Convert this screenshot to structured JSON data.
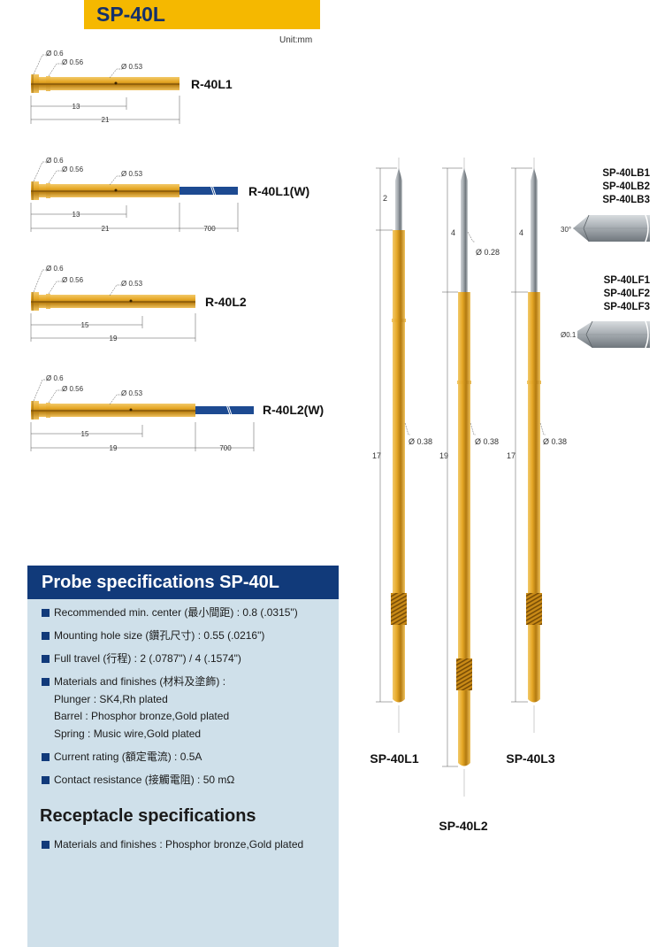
{
  "title": "SP-40L",
  "unit_label": "Unit:mm",
  "receptacles": [
    {
      "name": "R-40L1",
      "d_head": "Ø 0.6",
      "d_ring": "Ø 0.56",
      "d_body": "Ø 0.53",
      "dim_inner": "13",
      "dim_total": "21",
      "wire": ""
    },
    {
      "name": "R-40L1(W)",
      "d_head": "Ø 0.6",
      "d_ring": "Ø 0.56",
      "d_body": "Ø 0.53",
      "dim_inner": "13",
      "dim_total": "21",
      "wire": "700"
    },
    {
      "name": "R-40L2",
      "d_head": "Ø 0.6",
      "d_ring": "Ø 0.56",
      "d_body": "Ø 0.53",
      "dim_inner": "15",
      "dim_total": "19",
      "wire": ""
    },
    {
      "name": "R-40L2(W)",
      "d_head": "Ø 0.6",
      "d_ring": "Ø 0.56",
      "d_body": "Ø 0.53",
      "dim_inner": "15",
      "dim_total": "19",
      "wire": "700"
    }
  ],
  "probes": [
    {
      "name": "SP-40L1",
      "tip_len": "2",
      "total_len": "17",
      "diameter": "Ø 0.38",
      "tip_dia": ""
    },
    {
      "name": "SP-40L2",
      "tip_len": "4",
      "total_len": "19",
      "diameter": "Ø 0.38",
      "tip_dia": "Ø 0.28"
    },
    {
      "name": "SP-40L3",
      "tip_len": "4",
      "total_len": "17",
      "diameter": "Ø 0.38",
      "tip_dia": ""
    }
  ],
  "tip_types": {
    "lb": {
      "models": [
        "SP-40LB1",
        "SP-40LB2",
        "SP-40LB3"
      ],
      "angle": "30°"
    },
    "lf": {
      "models": [
        "SP-40LF1",
        "SP-40LF2",
        "SP-40LF3"
      ],
      "flat": "Ø0.1"
    }
  },
  "probe_spec": {
    "title": "Probe specifications SP-40L",
    "items": [
      "Recommended min. center (最小間距) : 0.8 (.0315\")",
      "Mounting hole size (鑽孔尺寸) : 0.55 (.0216\")",
      "Full travel (行程) : 2 (.0787\") / 4 (.1574\")",
      "Materials and finishes (材料及塗飾) :"
    ],
    "materials": [
      "Plunger : SK4,Rh plated",
      "Barrel : Phosphor bronze,Gold plated",
      "Spring : Music wire,Gold plated"
    ],
    "items2": [
      "Current rating (額定電流) : 0.5A",
      "Contact resistance (接觸電阻) : 50 mΩ"
    ]
  },
  "receptacle_spec": {
    "title": "Receptacle specifications",
    "items": [
      "Materials and finishes : Phosphor bronze,Gold plated"
    ]
  },
  "colors": {
    "gold": "#e2a82a",
    "navy": "#113a7a",
    "panel": "#cfe0ea",
    "title_bar": "#f5b800",
    "wire": "#1d4a91"
  }
}
